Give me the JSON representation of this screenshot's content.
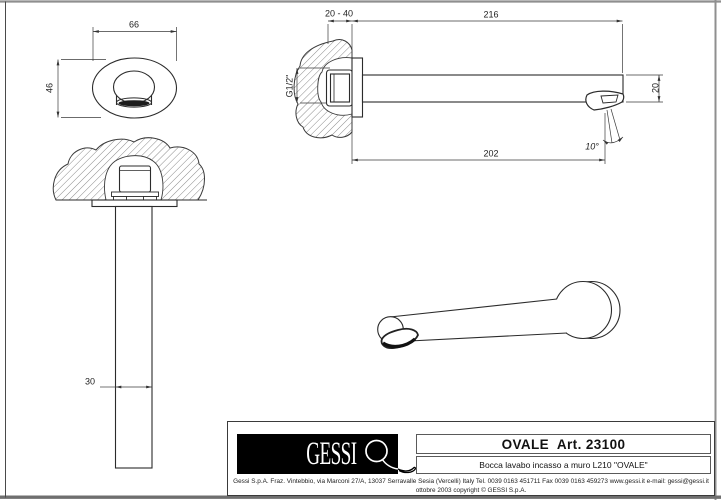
{
  "page": {
    "type": "technical-drawing-sheet",
    "line_color": "#2b2b2b",
    "hatch_color": "#6f6f6f",
    "logo_background": "#000000"
  },
  "dims": {
    "front_width": "66",
    "front_height": "46",
    "wall_range": "20 - 40",
    "total_length": "216",
    "thread": "G1/2\"",
    "outlet_height": "20",
    "projection": "202",
    "outlet_angle": "10°",
    "spout_width": "30"
  },
  "title_block": {
    "brand": "GESSI",
    "product_title": "OVALE  Art. 23100",
    "description": "Bocca lavabo incasso a muro L210 \"OVALE\"",
    "address": "Gessi S.p.A. Fraz. Vintebbio, via Marconi 27/A, 13037 Serravalle Sesia (Vercelli) Italy Tel. 0039 0163 451711 Fax 0039 0163 459273 www.gessi.it e-mail: gessi@gessi.it",
    "copyright": "ottobre 2003 copyright © GESSI S.p.A."
  },
  "icons": {
    "logo_mark": "gessi-q-icon"
  }
}
